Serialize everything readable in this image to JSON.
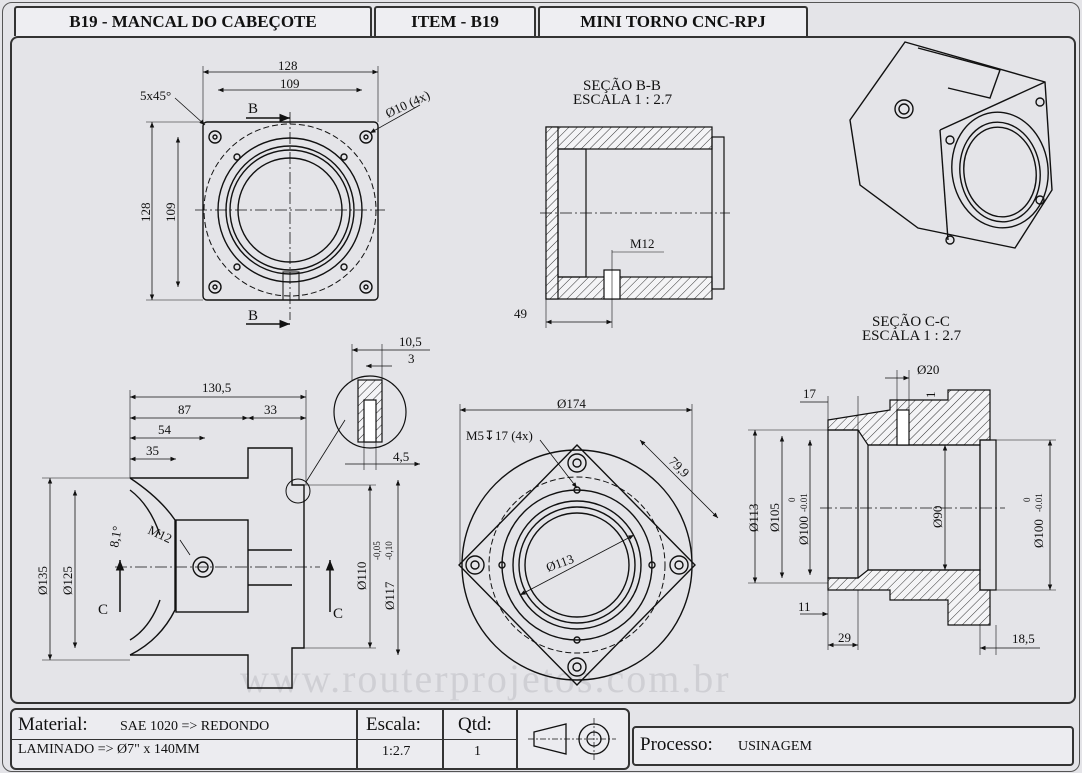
{
  "header": {
    "part_title": "B19 - MANCAL DO CABEÇOTE",
    "item": "ITEM - B19",
    "project": "MINI TORNO CNC-RPJ"
  },
  "watermark": "www.routerprojetos.com.br",
  "top_view": {
    "dim_width_outer": "128",
    "dim_width_inner": "109",
    "dim_height_outer": "128",
    "dim_height_inner": "109",
    "chamfer": "5x45°",
    "holes": "Ø10 (4x)",
    "section_mark": "B"
  },
  "section_bb": {
    "title": "SEÇÃO B-B",
    "scale": "ESCALA 1 : 2.7",
    "thread": "M12",
    "dim_49": "49"
  },
  "side_view": {
    "dim_total": "130,5",
    "dim_87": "87",
    "dim_33": "33",
    "dim_54": "54",
    "dim_35": "35",
    "dia_135": "Ø135",
    "dia_125": "Ø125",
    "angle": "8,1°",
    "thread": "M12",
    "dia_110": "Ø110",
    "dia_117": "Ø117",
    "tol_117_upper": "-0,05",
    "tol_117_lower": "-0,10",
    "section_mark": "C"
  },
  "detail": {
    "dim_10_5": "10,5",
    "dim_3": "3",
    "dim_4_5": "4,5"
  },
  "front_view": {
    "dia_174": "Ø174",
    "tapped": "M5↧17 (4x)",
    "dim_79_9": "79,9",
    "dia_113": "Ø113"
  },
  "section_cc": {
    "title": "SEÇÃO C-C",
    "scale": "ESCALA 1 : 2.7",
    "dia_20": "Ø20",
    "dim_1": "1",
    "dim_17": "17",
    "dia_113": "Ø113",
    "dia_105": "Ø105",
    "dia_100_left": "Ø100",
    "tol_upper": "0",
    "tol_lower": "-0.01",
    "dia_90": "Ø90",
    "dia_100_right": "Ø100",
    "dim_11": "11",
    "dim_29": "29",
    "dim_18_5": "18,5"
  },
  "title_block": {
    "material_label": "Material:",
    "material_value": "SAE 1020 => REDONDO",
    "material_value2": "LAMINADO => Ø7\" x 140MM",
    "scale_label": "Escala:",
    "scale_value": "1:2.7",
    "qty_label": "Qtd:",
    "qty_value": "1",
    "process_label": "Processo:",
    "process_value": "USINAGEM"
  }
}
